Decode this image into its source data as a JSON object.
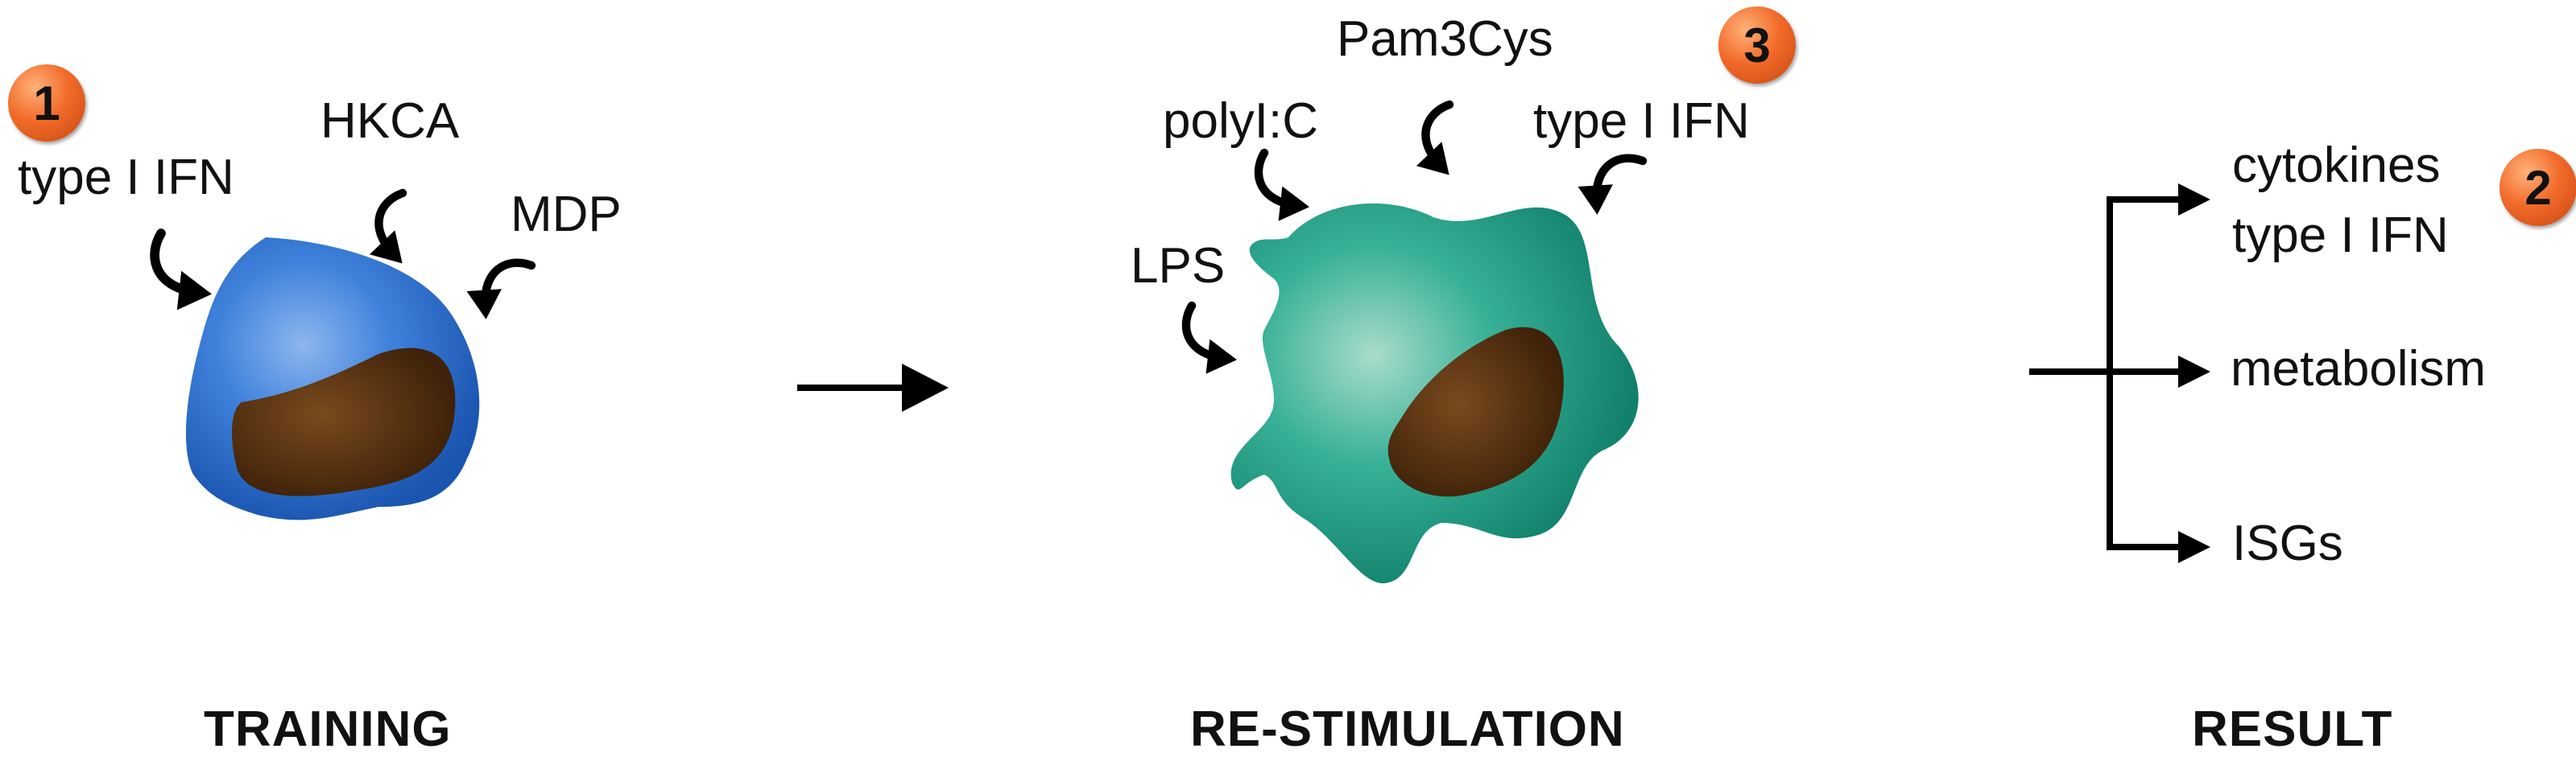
{
  "stages": {
    "training": "TRAINING",
    "restimulation": "RE-STIMULATION",
    "result": "RESULT"
  },
  "training": {
    "badge": "1",
    "stimuli": [
      "type I IFN",
      "HKCA",
      "MDP"
    ]
  },
  "restimulation": {
    "badge": "3",
    "stimuli": [
      "Pam3Cys",
      "polyI:C",
      "type I IFN",
      "LPS"
    ]
  },
  "result": {
    "badge": "2",
    "outputs": [
      "cytokines",
      "type I IFN",
      "metabolism",
      "ISGs"
    ]
  },
  "colors": {
    "training_cell": "#2e74d4",
    "restim_cell": "#1f9e86",
    "nucleus": "#5a3414",
    "badge": "#f26b2a"
  }
}
